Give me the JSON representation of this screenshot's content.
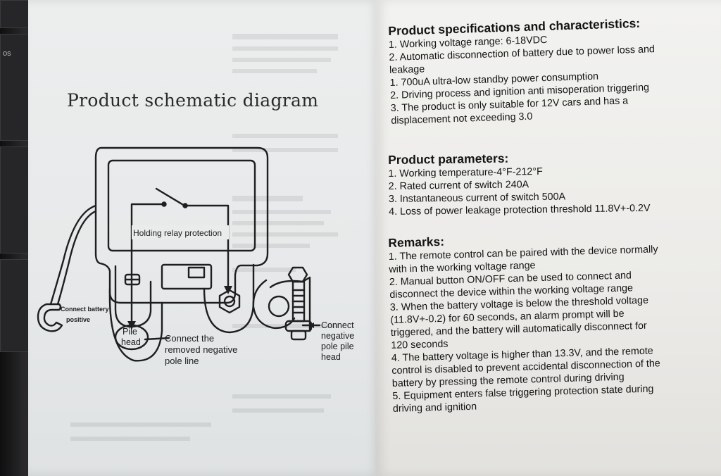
{
  "photo": {
    "keyboard_label": "os"
  },
  "left_page": {
    "title": "Product schematic diagram",
    "diagram": {
      "relay_label": "Holding relay protection",
      "battery_label_line1": "Connect battery",
      "battery_label_line2": "positive",
      "pile_head_line1": "Pile",
      "pile_head_line2": "head",
      "removed_line1": "Connect the",
      "removed_line2": "removed negative",
      "removed_line3": "pole line",
      "negative_line1": "Connect",
      "negative_line2": "negative",
      "negative_line3": "pole pile",
      "negative_line4": "head"
    }
  },
  "right_page": {
    "specs": {
      "heading": "Product specifications and characteristics:",
      "lines": [
        "1. Working voltage range: 6-18VDC",
        "2. Automatic disconnection of battery due to power loss and",
        "leakage",
        "1. 700uA ultra-low standby power consumption",
        "2. Driving process and ignition anti misoperation triggering",
        "3. The product is only suitable for 12V cars and has a",
        "displacement not exceeding 3.0"
      ]
    },
    "parameters": {
      "heading": "Product parameters:",
      "lines": [
        "1. Working temperature-4°F-212°F",
        "2. Rated current of switch 240A",
        "3. Instantaneous current of switch 500A",
        "4. Loss of power leakage protection threshold 11.8V+-0.2V"
      ]
    },
    "remarks": {
      "heading": "Remarks:",
      "lines": [
        "1. The remote control can be paired with the device normally",
        "with in the working voltage range",
        "2. Manual button ON/OFF can be used to connect and",
        "disconnect the device within the working voltage range",
        "3. When the battery voltage is below the threshold voltage",
        "(11.8V+-0.2) for 60 seconds, an alarm prompt will be",
        "triggered, and the battery will automatically disconnect for",
        "120 seconds",
        "4. The battery voltage is higher than 13.3V, and the remote",
        "control is disabled to prevent accidental disconnection of the",
        "battery by pressing the remote control during driving",
        "5. Equipment enters false triggering protection state during",
        "driving and ignition"
      ]
    }
  }
}
